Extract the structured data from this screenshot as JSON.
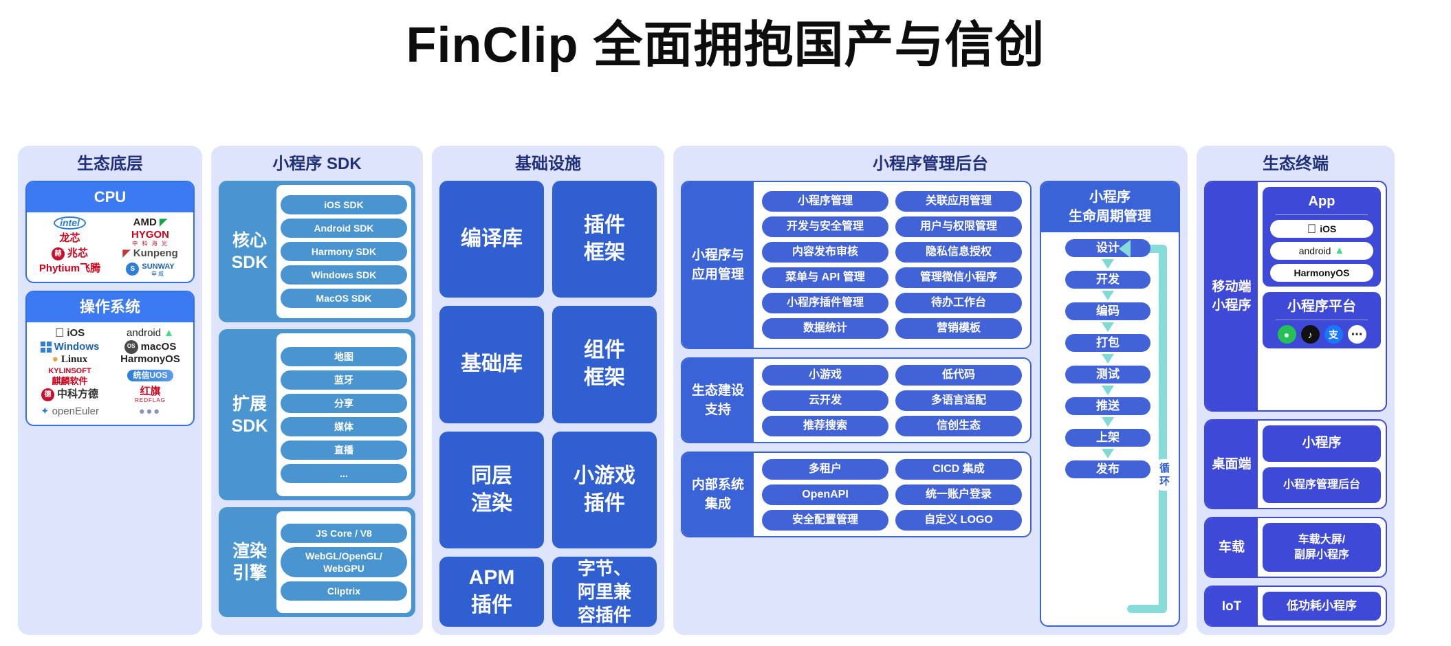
{
  "title": "FinClip 全面拥抱国产与信创",
  "columns": {
    "ecosystem_base": {
      "title": "生态底层",
      "cards": [
        {
          "header": "CPU",
          "logos": [
            {
              "name": "intel",
              "label": "intel"
            },
            {
              "name": "amd",
              "label": "AMD"
            },
            {
              "name": "loongson",
              "label": "龙芯"
            },
            {
              "name": "hygon",
              "label": "HYGON",
              "sub": "中 科 海 光"
            },
            {
              "name": "zhaoxin",
              "label": "兆芯"
            },
            {
              "name": "kunpeng",
              "label": "Kunpeng"
            },
            {
              "name": "phytium",
              "label": "Phytium飞腾"
            },
            {
              "name": "sunway",
              "label": "SUNWAY",
              "sub": "申威"
            }
          ]
        },
        {
          "header": "操作系统",
          "logos": [
            {
              "name": "ios",
              "label": "iOS"
            },
            {
              "name": "android",
              "label": "android"
            },
            {
              "name": "windows",
              "label": "Windows"
            },
            {
              "name": "macos",
              "label": "macOS"
            },
            {
              "name": "linux",
              "label": "Linux"
            },
            {
              "name": "harmonyos",
              "label": "HarmonyOS"
            },
            {
              "name": "kylinsoft",
              "label": "KYLINSOFT",
              "sub": "麒麟软件"
            },
            {
              "name": "uos",
              "label": "统信UOS"
            },
            {
              "name": "zhongkefangde",
              "label": "中科方德"
            },
            {
              "name": "redflag",
              "label": "红旗",
              "sub": "REDFLAG"
            },
            {
              "name": "openeuler",
              "label": "openEuler"
            },
            {
              "name": "more",
              "label": "•••"
            }
          ]
        }
      ]
    },
    "sdk": {
      "title": "小程序 SDK",
      "groups": [
        {
          "label": "核心\nSDK",
          "label_line1": "核心",
          "label_line2": "SDK",
          "pills": [
            "iOS SDK",
            "Android SDK",
            "Harmony SDK",
            "Windows SDK",
            "MacOS SDK"
          ]
        },
        {
          "label_line1": "扩展",
          "label_line2": "SDK",
          "pills": [
            "地图",
            "蓝牙",
            "分享",
            "媒体",
            "直播",
            "..."
          ]
        },
        {
          "label_line1": "渲染",
          "label_line2": "引擎",
          "pills": [
            "JS Core / V8",
            "WebGL/OpenGL/\nWebGPU",
            "Cliptrix"
          ]
        }
      ]
    },
    "infrastructure": {
      "title": "基础设施",
      "cells": [
        "编译库",
        "插件\n框架",
        "基础库",
        "组件\n框架",
        "同层\n渲染",
        "小游戏\n插件",
        "APM\n插件",
        "字节、\n阿里兼\n容插件"
      ]
    },
    "admin": {
      "title": "小程序管理后台",
      "blocks": [
        {
          "title": "小程序与\n应用管理",
          "pills": [
            "小程序管理",
            "关联应用管理",
            "开发与安全管理",
            "用户与权限管理",
            "内容发布审核",
            "隐私信息授权",
            "菜单与 API 管理",
            "管理微信小程序",
            "小程序插件管理",
            "待办工作台",
            "数据统计",
            "营销模板"
          ]
        },
        {
          "title": "生态建设\n支持",
          "pills": [
            "小游戏",
            "低代码",
            "云开发",
            "多语言适配",
            "推荐搜索",
            "信创生态"
          ]
        },
        {
          "title": "内部系统\n集成",
          "pills": [
            "多租户",
            "CICD 集成",
            "OpenAPI",
            "统一账户登录",
            "安全配置管理",
            "自定义 LOGO"
          ]
        }
      ],
      "lifecycle": {
        "title_line1": "小程序",
        "title_line2": "生命周期管理",
        "steps": [
          "设计",
          "开发",
          "编码",
          "打包",
          "测试",
          "推送",
          "上架",
          "发布"
        ],
        "loop_label_line1": "循",
        "loop_label_line2": "环"
      }
    },
    "terminal": {
      "title": "生态终端",
      "blocks": [
        {
          "title": "移动端\n小程序",
          "title_line1": "移动端",
          "title_line2": "小程序",
          "cards": [
            {
              "title": "App",
              "pills": [
                "iOS",
                "android",
                "HarmonyOS"
              ]
            },
            {
              "title": "小程序平台",
              "icons": [
                "wechat-icon",
                "tiktok-icon",
                "alipay-icon",
                "more-icon"
              ]
            }
          ]
        },
        {
          "title_line1": "桌面端",
          "simple": [
            "小程序",
            "小程序管理后台"
          ]
        },
        {
          "title_line1": "车载",
          "simple": [
            "车载大屏/\n副屏小程序"
          ]
        },
        {
          "title_line1": "IoT",
          "simple": [
            "低功耗小程序"
          ]
        }
      ]
    }
  },
  "colors": {
    "title_text": "#0d0d0d",
    "column_bg": "#dfe4fd",
    "column_title": "#22307a",
    "eco_header": "#3b7af2",
    "sdk_blue": "#4a95cf",
    "infra_blue": "#2f5fd0",
    "admin_blue": "#4263d8",
    "terminal_blue": "#3f49d8",
    "loop_teal": "#86dcd8"
  }
}
